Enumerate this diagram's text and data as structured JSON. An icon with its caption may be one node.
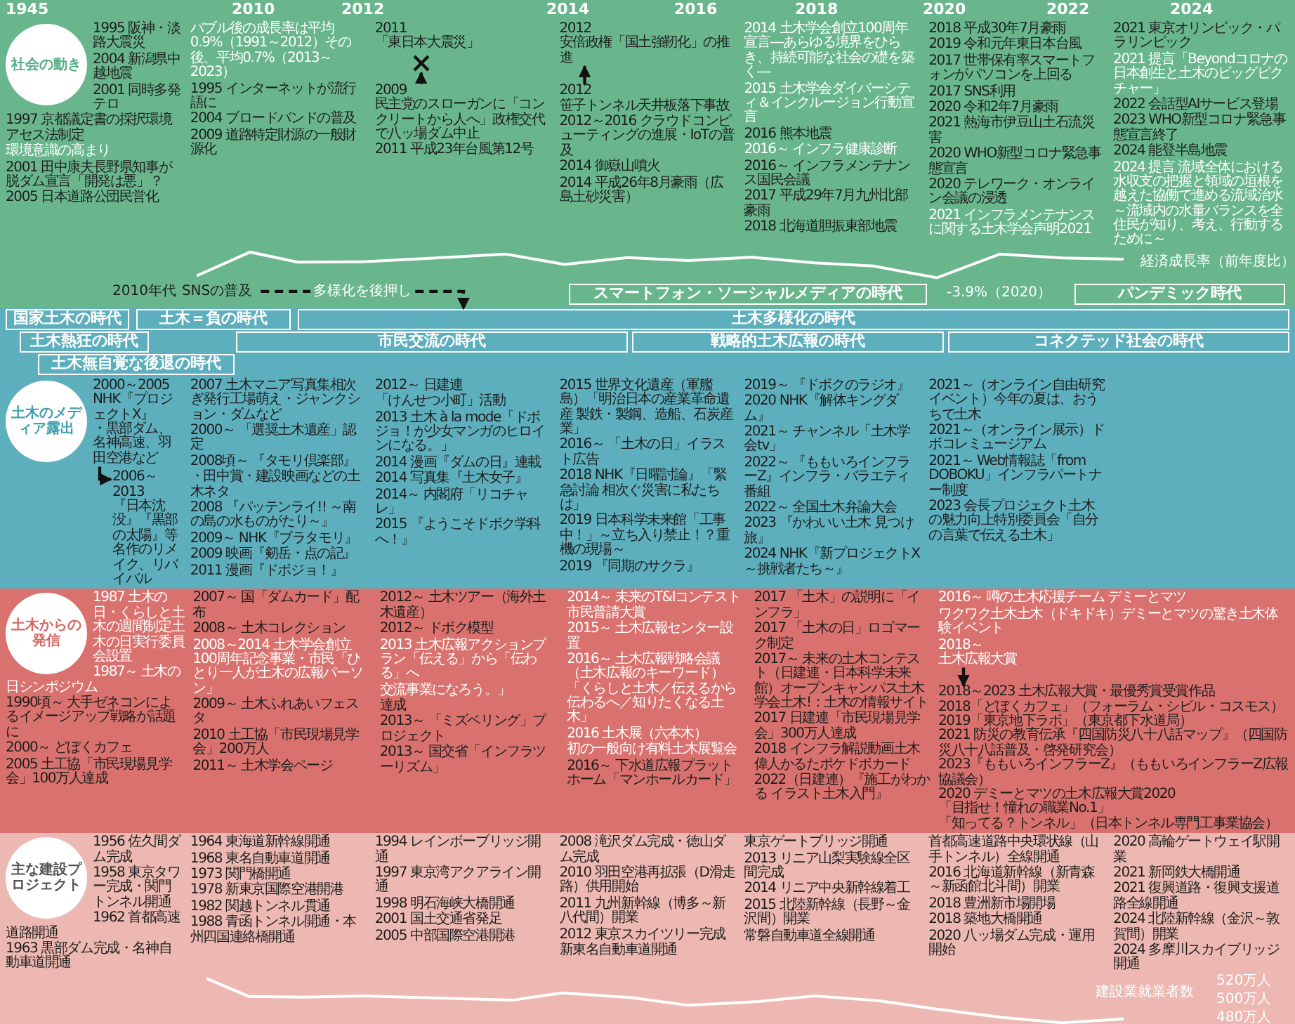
{
  "diagram": {
    "nodes": [
      {
        "text": [
          "社会の動き"
        ]
      },
      {
        "text": [
          "土木のメディア露出"
        ]
      },
      {
        "text": [
          "土木からの発信"
        ]
      },
      {
        "text": [
          "主な建設プロジェクト"
        ]
      },
      {
        "text": [
          "スマートフォン・ソーシャルメディアの時代"
        ]
      },
      {
        "text": [
          "パンデミック時代"
        ]
      },
      {
        "text": [
          "国家土木の時代"
        ]
      },
      {
        "text": [
          "土木＝負の時代"
        ]
      },
      {
        "text": [
          "土木多様化の時代"
        ]
      },
      {
        "text": [
          "土木熱狂の時代"
        ]
      },
      {
        "text": [
          "市民交流の時代"
        ]
      },
      {
        "text": [
          "戦略的土木広報の時代"
        ]
      },
      {
        "text": [
          "コネクテッド社会の時代"
        ]
      },
      {
        "text": [
          "土木無自覚な後退の時代"
        ]
      },
      {
        "text": [
          "2011",
          "「東日本大震災」"
        ]
      },
      {
        "text": [],
        "shape": "cross"
      },
      {
        "text": [
          "2009",
          "民主党のスローガンに「コンクリートから人へ」政権交代で八ッ場ダム中止"
        ]
      },
      {
        "text": [
          "2012",
          "安倍政権「国土強靭化」の推進"
        ]
      },
      {
        "text": [
          "2012",
          "笹子トンネル天井板落下事故"
        ]
      },
      {
        "text": [
          "2010年代",
          "SNSの普及"
        ]
      },
      {
        "text": [
          "2000～2005",
          "NHK『プロジェクトX』",
          "・黒部ダム、名神高速、羽田空港など"
        ]
      },
      {
        "text": [
          "2006～2013",
          "『日本沈没』『黒部の太陽』等名作のリメイク、リバイバル"
        ]
      },
      {
        "text": [
          "2018～",
          "土木広報大賞"
        ]
      },
      {
        "text": [
          "2018～2023 土木広報大賞・最優秀賞受賞作品",
          "2018「どぼくカフェ」（フォーラム・シビル・コスモス）",
          "2019「東京地下ラボ」（東京都下水道局）",
          "2021 防災の教育伝承『四国防災八十八話マップ』（四国防災八十八話普及・啓発研究会）",
          "2023『ももいろインフラーZ』（ももいろインフラーZ広報協議会）",
          "2020 デミーとマツの土木広報大賞2020",
          "「目指せ！憧れの職業No.1」",
          "「知ってる？トンネル」（日本トンネル専門工事業協会）"
        ]
      }
    ],
    "edges": [
      {
        "from": 16,
        "to": 15,
        "arrow": "to"
      },
      {
        "from": 18,
        "to": 17,
        "arrow": "to",
        "style": "dashed"
      },
      {
        "from": 19,
        "to": 8,
        "arrow": "to",
        "style": "dashed",
        "label": "多様化を後押し"
      },
      {
        "from": 20,
        "to": 21,
        "arrow": "to"
      },
      {
        "from": 22,
        "to": 23,
        "arrow": "to",
        "style": "dashed"
      }
    ],
    "labels": [
      "1945",
      "2010",
      "2012",
      "2014",
      "2016",
      "2018",
      "2020",
      "2022",
      "2024",
      "1995 阪神・淡路大震災",
      "2001 同時多発テロ",
      "1997 京都議定書の採択環境アセス法制定",
      "環境意識の高まり",
      "2001 田中康夫長野県知事が脱ダム宣言「開発は悪」？",
      "2005 日本道路公団民営化",
      "バブル後の成長率は平均0.9%（1991～2012）その後、平均0.7%（2013～2023）",
      "1995 インターネットが流行語に",
      "2004 ブロードバンドの普及",
      "2004 新潟県中越地震",
      "2009 道路特定財源の一般財源化",
      "2011 平成23年台風第12号",
      "2012～2016 クラウドコンピューティングの進展・IoTの普及",
      "2014 御嶽山噴火",
      "2014 平成26年8月豪雨（広島土砂災害）",
      "2014 土木学会創立100周年宣言―あらゆる境界をひらき、持続可能な社会の礎を築く―",
      "2015 土木学会ダイバーシティ＆インクルージョン行動宣言",
      "2016 熊本地震",
      "2016～ インフラ健康診断",
      "2016～ インフラメンテナンス国民会議",
      "2017 平成29年7月九州北部豪雨",
      "2018 北海道胆振東部地震",
      "2018 平成30年7月豪雨",
      "2019 令和元年東日本台風",
      "2017 世帯保有率スマートフォンがパソコンを上回る",
      "2017 SNS利用",
      "2020 令和2年7月豪雨",
      "2021 熱海市伊豆山土石流災害",
      "2020 WHO新型コロナ緊急事態宣言",
      "2020 テレワーク・オンライン会議の浸透",
      "2021 インフラメンテナンスに関する土木学会声明2021",
      "2021 東京オリンピック・パラリンピック",
      "2021 提言「Beyondコロナの日本創生と土木のビッグピクチャー」",
      "2022 会話型AIサービス登場",
      "2023 WHO新型コロナ緊急事態宣言終了",
      "2024 能登半島地震",
      "2024 提言 流域全体における水収支の把握と領域の垣根を越えた協働で進める流域治水～流域内の水量バランスを全住民が知り、考え、行動するために～",
      "経済成長率（前年度比）",
      "-3.9%（2020）",
      "2008頃～ 『タモリ倶楽部』",
      "・田中賞・建設映画などの土木ネタ",
      "2000～ 「選奨土木遺産」認定",
      "2009～ NHK『ブラタモリ』",
      "2011 漫画『ドボジョ！』",
      "2012～ 日建連",
      "2008 『パッテンライ!! ～南の島の水ものがたり～』",
      "2009 映画『剱岳・点の記』",
      "2007 土木マニア写真集相次ぎ発行工場萌え・ジャンクション・ダムなど",
      "「けんせつ小町」活動",
      "2013 土木 à la mode「ドボジョ！が少女マンガのヒロインになる。」",
      "2014 漫画『ダムの日』連載",
      "2014 写真集『土木女子』",
      "2014～ 内閣府「リコチャレ」",
      "2015 『ようこそドボク学科へ！』",
      "2015 世界文化遺産（軍艦島）「明治日本の産業革命遺産 製鉄・製鋼、造船、石炭産業」",
      "2016～ 「土木の日」イラスト広告",
      "2018 NHK『日曜討論』「緊急討論 相次ぐ災害に私たちは」",
      "2019 日本科学未来館「工事中！」～立ち入り禁止！？重機の現場～",
      "2019 『同期のサクラ』",
      "2019～ 『ドボクのラジオ』",
      "2020 NHK『解体キングダム』",
      "2021～ チャンネル「土木学会tv」",
      "2022～ 『ももいろインフラーZ』インフラ・バラエティ番組",
      "2022～ 全国土木弁論大会",
      "2023 『かわいい土木 見つけ旅』",
      "2024 NHK『新プロジェクトX～挑戦者たち～』",
      "2021～（オンライン自由研究イベント）今年の夏は、おうちで土木",
      "2021～（オンライン展示）ドボコレミュージアム",
      "2021～ Web情報誌「from DOBOKU」インフラパートナー制度",
      "2023 会長プロジェクト土木の魅力向上特別委員会「自分の言葉で伝える土木」",
      "1987 土木の日・くらしと土木の週間制定土木の日実行委員会設置",
      "1987～ 土木の日シンポジウム",
      "1990頃～ 大手ゼネコンによるイメージアップ戦略が話題に",
      "2000～ どぼくカフェ",
      "2005 土工協「市民現場見学会」100万人達成",
      "2007～ 国「ダムカード」配布",
      "2008～ 土木コレクション",
      "2008～2014 土木学会創立100周年記念事業・市民「ひとり一人が土木の広報パーソン」",
      "2009～ 土木ふれあいフェスタ",
      "2010 土工協「市民現場見学会」200万人",
      "2011～ 土木学会ページ",
      "2012～ 土木ツアー（海外土木遺産）",
      "2012～ ドボク模型",
      "2013 土木広報アクションプラン「伝える」から「伝わる」へ",
      "交流事業になろう。」",
      "達成",
      "2013～ 「ミズベリング」プロジェクト",
      "2013～ 国交省「インフラツーリズム」",
      "2014～ 未来のT&Iコンテスト市民普請大賞",
      "2015～ 土木広報センター設置",
      "2016～ 噂の土木応援チーム デミーとマツ",
      "ワクワク土木土木（ドキドキ）デミーとマツの驚き土木体験イベント",
      "2016～ 土木広報戦略会議（土木広報のキーワード）「くらしと土木／伝えるから伝わるへ／知りたくなる土木」",
      "2016 土木展（六本木）",
      "初の一般向け有料土木展覧会",
      "2016～ 下水道広報プラットホーム「マンホールカード」",
      "2017 「土木」の説明に「インフラ」",
      "2017 「土木の日」ロゴマーク制定",
      "2017～ 未来の土木コンテスト（日建連・日本科学未来館）オープンキャンパス土木学会土木!：土木の情報サイト",
      "2017 日建連「市民現場見学会」300万人達成",
      "2018 インフラ解説動画土木偉人かるたポケドボカード",
      "2022（日建連）『施工がわかる イラスト土木入門』",
      "1956 佐久間ダム完成",
      "1958 東京タワー完成・関門トンネル開通",
      "1962 首都高速道路開通",
      "1963 黒部ダム完成・名神自動車道開通",
      "1964 東海道新幹線開通",
      "1968 東名自動車道開通",
      "1973 関門橋開通",
      "1978 新東京国際空港開港",
      "1982 関越トンネル貫通",
      "1988 青函トンネル開通・本州四国連絡橋開通",
      "1994 レインボーブリッジ開通",
      "1997 東京湾アクアライン開通",
      "1998 明石海峡大橋開通",
      "2001 国土交通省発足",
      "2005 中部国際空港開港",
      "2008 滝沢ダム完成・徳山ダム完成",
      "2010 羽田空港再拡張（D滑走路）供用開始",
      "2011 九州新幹線（博多～新八代間）開業",
      "2012 東京スカイツリー完成",
      "新東名自動車道開通",
      "東京ゲートブリッジ開通",
      "2013 リニア山梨実験線全区間完成",
      "2014 リニア中央新幹線着工",
      "2015 北陸新幹線（長野～金沢間）開業",
      "常磐自動車道全線開通",
      "首都高速道路中央環状線（山手トンネル）全線開通",
      "2016 北海道新幹線（新青森～新函館北斗間）開業",
      "2018 豊洲新市場開場",
      "2018 築地大橋開通",
      "2020 八ッ場ダム完成・運用開始",
      "2020 高輪ゲートウェイ駅開業",
      "2021 新岡鉄大橋開通",
      "2021 復興道路・復興支援道路全線開通",
      "2024 北陸新幹線（金沢～敦賀間）開業",
      "2024 多摩川スカイブリッジ開通",
      "520万人",
      "500万人",
      "480万人",
      "建設業就業者数"
    ]
  }
}
